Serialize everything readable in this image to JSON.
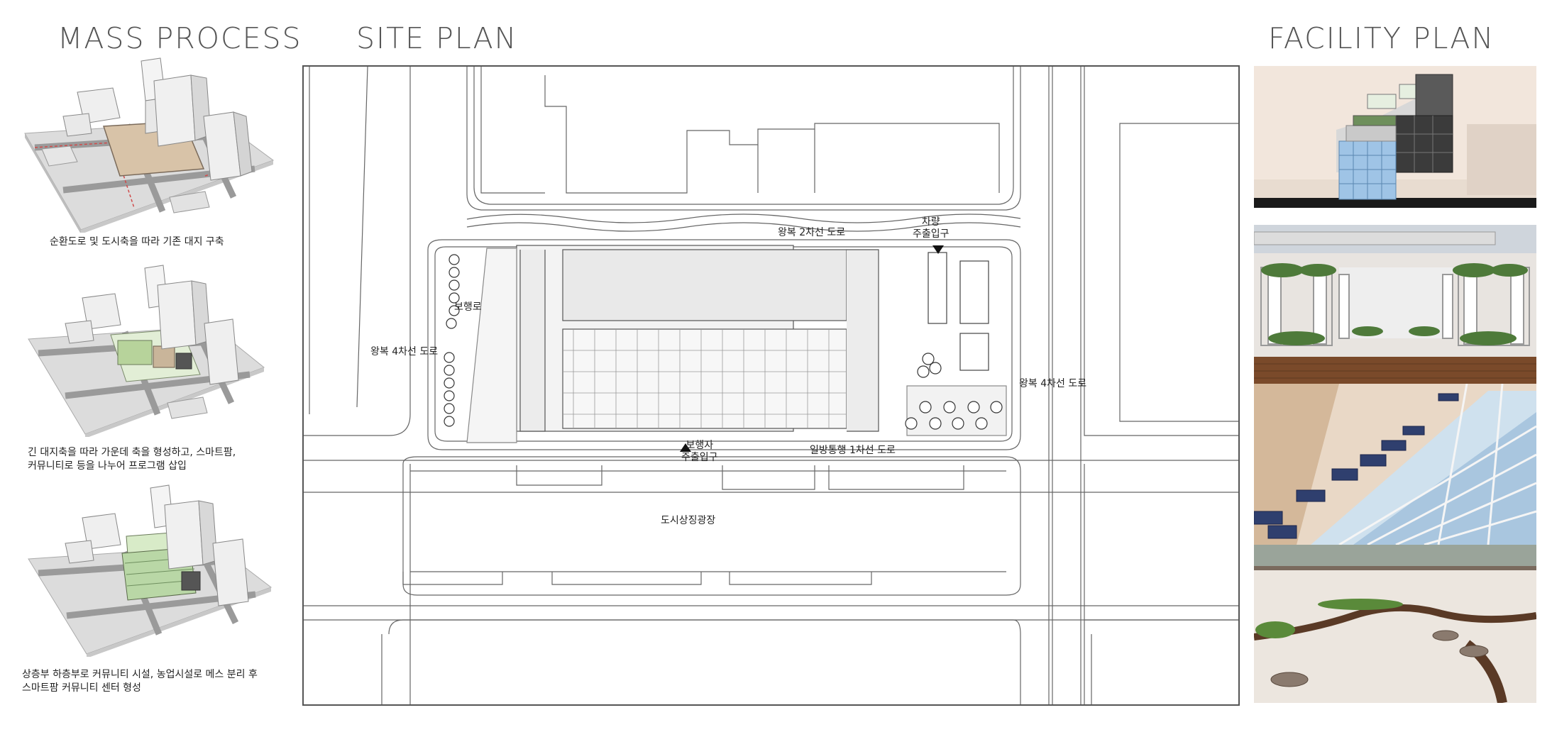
{
  "sections": {
    "mass_process": "MASS PROCESS",
    "site_plan": "SITE PLAN",
    "facility_plan": "FACILITY PLAN"
  },
  "mass_steps": [
    {
      "lines": [
        "순환도로 및 도시축을 따라 기존 대지 구축"
      ]
    },
    {
      "lines": [
        "긴 대지축을 따라 가운데 축을 형성하고, 스마트팜,",
        "커뮤니티로 등을 나누어 프로그램 삽입"
      ]
    },
    {
      "lines": [
        "상층부 하층부로 커뮤니티 시설, 농업시설로 메스 분리 후",
        "스마트팜 커뮤니티 센터 형성"
      ]
    }
  ],
  "site_labels": {
    "road_top": "왕복 2차선 도로",
    "vehicle_entrance": [
      "차량",
      "주출입구"
    ],
    "walkway": "보행로",
    "road_left": "왕복 4차선 도로",
    "road_right": "왕복 4차선 도로",
    "pedestrian_entrance": [
      "보행자",
      "주출입구"
    ],
    "road_oneway": "일방통행 1차선 도로",
    "plaza": "도시상징광장"
  },
  "facility_renders": [
    "exterior-massing-render",
    "rooftop-farm-pergola-render",
    "glass-roof-solar-render",
    "plaza-seating-render"
  ],
  "colors": {
    "title": "#555555",
    "line": "#444444",
    "sky": "#f2e6dc",
    "glass": "#9fc4e6",
    "greenery": "#4e7a3a",
    "wood": "#7a4a2a"
  }
}
